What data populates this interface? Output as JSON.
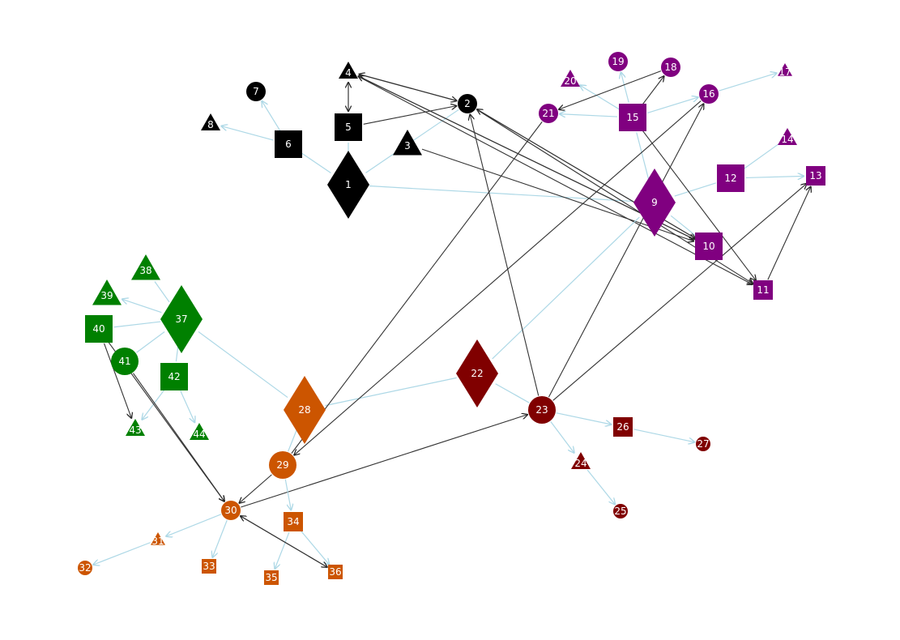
{
  "colors": {
    "black": "#000000",
    "purple": "#800080",
    "green": "#008000",
    "orange": "#cc5500",
    "darkred": "#800000",
    "intra_edge": "#add8e6",
    "inter_edge": "#333333"
  },
  "nodes": [
    {
      "id": "1",
      "shape": "diamond",
      "group": "black"
    },
    {
      "id": "2",
      "shape": "circle",
      "group": "black"
    },
    {
      "id": "3",
      "shape": "triangle",
      "group": "black"
    },
    {
      "id": "4",
      "shape": "triangle",
      "group": "black"
    },
    {
      "id": "5",
      "shape": "square",
      "group": "black"
    },
    {
      "id": "6",
      "shape": "square",
      "group": "black"
    },
    {
      "id": "7",
      "shape": "circle",
      "group": "black"
    },
    {
      "id": "8",
      "shape": "triangle",
      "group": "black"
    },
    {
      "id": "9",
      "shape": "diamond",
      "group": "purple"
    },
    {
      "id": "10",
      "shape": "square",
      "group": "purple"
    },
    {
      "id": "11",
      "shape": "square",
      "group": "purple"
    },
    {
      "id": "12",
      "shape": "square",
      "group": "purple"
    },
    {
      "id": "13",
      "shape": "square",
      "group": "purple"
    },
    {
      "id": "14",
      "shape": "triangle",
      "group": "purple"
    },
    {
      "id": "15",
      "shape": "square",
      "group": "purple"
    },
    {
      "id": "16",
      "shape": "circle",
      "group": "purple"
    },
    {
      "id": "17",
      "shape": "triangle",
      "group": "purple"
    },
    {
      "id": "18",
      "shape": "circle",
      "group": "purple"
    },
    {
      "id": "19",
      "shape": "circle",
      "group": "purple"
    },
    {
      "id": "20",
      "shape": "triangle",
      "group": "purple"
    },
    {
      "id": "21",
      "shape": "circle",
      "group": "purple"
    },
    {
      "id": "22",
      "shape": "diamond",
      "group": "darkred"
    },
    {
      "id": "23",
      "shape": "circle",
      "group": "darkred"
    },
    {
      "id": "24",
      "shape": "triangle",
      "group": "darkred"
    },
    {
      "id": "25",
      "shape": "circle",
      "group": "darkred"
    },
    {
      "id": "26",
      "shape": "square",
      "group": "darkred"
    },
    {
      "id": "27",
      "shape": "circle",
      "group": "darkred"
    },
    {
      "id": "28",
      "shape": "diamond",
      "group": "orange"
    },
    {
      "id": "29",
      "shape": "circle",
      "group": "orange"
    },
    {
      "id": "30",
      "shape": "circle",
      "group": "orange"
    },
    {
      "id": "31",
      "shape": "triangle",
      "group": "orange"
    },
    {
      "id": "32",
      "shape": "circle",
      "group": "orange"
    },
    {
      "id": "33",
      "shape": "square",
      "group": "orange"
    },
    {
      "id": "34",
      "shape": "square",
      "group": "orange"
    },
    {
      "id": "35",
      "shape": "square",
      "group": "orange"
    },
    {
      "id": "36",
      "shape": "square",
      "group": "orange"
    },
    {
      "id": "37",
      "shape": "diamond",
      "group": "green"
    },
    {
      "id": "38",
      "shape": "triangle",
      "group": "green"
    },
    {
      "id": "39",
      "shape": "triangle",
      "group": "green"
    },
    {
      "id": "40",
      "shape": "square",
      "group": "green"
    },
    {
      "id": "41",
      "shape": "circle",
      "group": "green"
    },
    {
      "id": "42",
      "shape": "square",
      "group": "green"
    },
    {
      "id": "43",
      "shape": "triangle",
      "group": "green"
    },
    {
      "id": "44",
      "shape": "triangle",
      "group": "green"
    }
  ],
  "edges": [
    {
      "from": "1",
      "to": "2",
      "kind": "intra",
      "arrow": false
    },
    {
      "from": "1",
      "to": "5",
      "kind": "intra",
      "arrow": false
    },
    {
      "from": "1",
      "to": "6",
      "kind": "intra",
      "arrow": false
    },
    {
      "from": "1",
      "to": "9",
      "kind": "intra",
      "arrow": false
    },
    {
      "from": "6",
      "to": "7",
      "kind": "intra",
      "arrow": true
    },
    {
      "from": "6",
      "to": "8",
      "kind": "intra",
      "arrow": true
    },
    {
      "from": "5",
      "to": "4",
      "kind": "inter",
      "arrow": true
    },
    {
      "from": "4",
      "to": "5",
      "kind": "inter",
      "arrow": true
    },
    {
      "from": "5",
      "to": "2",
      "kind": "inter",
      "arrow": true
    },
    {
      "from": "4",
      "to": "2",
      "kind": "inter",
      "arrow": true
    },
    {
      "from": "2",
      "to": "4",
      "kind": "inter",
      "arrow": true
    },
    {
      "from": "4",
      "to": "10",
      "kind": "inter",
      "arrow": true
    },
    {
      "from": "4",
      "to": "11",
      "kind": "inter",
      "arrow": true
    },
    {
      "from": "10",
      "to": "4",
      "kind": "inter",
      "arrow": true
    },
    {
      "from": "2",
      "to": "10",
      "kind": "inter",
      "arrow": true
    },
    {
      "from": "10",
      "to": "2",
      "kind": "inter",
      "arrow": true
    },
    {
      "from": "2",
      "to": "11",
      "kind": "inter",
      "arrow": true
    },
    {
      "from": "3",
      "to": "10",
      "kind": "inter",
      "arrow": true
    },
    {
      "from": "9",
      "to": "10",
      "kind": "intra",
      "arrow": false
    },
    {
      "from": "9",
      "to": "12",
      "kind": "intra",
      "arrow": false
    },
    {
      "from": "9",
      "to": "15",
      "kind": "intra",
      "arrow": false
    },
    {
      "from": "9",
      "to": "22",
      "kind": "intra",
      "arrow": false
    },
    {
      "from": "12",
      "to": "13",
      "kind": "intra",
      "arrow": true
    },
    {
      "from": "12",
      "to": "14",
      "kind": "intra",
      "arrow": false
    },
    {
      "from": "15",
      "to": "16",
      "kind": "intra",
      "arrow": true
    },
    {
      "from": "15",
      "to": "19",
      "kind": "intra",
      "arrow": true
    },
    {
      "from": "15",
      "to": "20",
      "kind": "intra",
      "arrow": true
    },
    {
      "from": "15",
      "to": "21",
      "kind": "intra",
      "arrow": true
    },
    {
      "from": "15",
      "to": "18",
      "kind": "inter",
      "arrow": true
    },
    {
      "from": "16",
      "to": "17",
      "kind": "intra",
      "arrow": true
    },
    {
      "from": "18",
      "to": "21",
      "kind": "inter",
      "arrow": true
    },
    {
      "from": "15",
      "to": "11",
      "kind": "inter",
      "arrow": true
    },
    {
      "from": "11",
      "to": "13",
      "kind": "inter",
      "arrow": true
    },
    {
      "from": "22",
      "to": "23",
      "kind": "intra",
      "arrow": false
    },
    {
      "from": "22",
      "to": "28",
      "kind": "intra",
      "arrow": false
    },
    {
      "from": "23",
      "to": "24",
      "kind": "intra",
      "arrow": true
    },
    {
      "from": "23",
      "to": "26",
      "kind": "intra",
      "arrow": true
    },
    {
      "from": "24",
      "to": "25",
      "kind": "intra",
      "arrow": true
    },
    {
      "from": "26",
      "to": "27",
      "kind": "intra",
      "arrow": true
    },
    {
      "from": "23",
      "to": "2",
      "kind": "inter",
      "arrow": true
    },
    {
      "from": "23",
      "to": "16",
      "kind": "inter",
      "arrow": true
    },
    {
      "from": "23",
      "to": "13",
      "kind": "inter",
      "arrow": true
    },
    {
      "from": "30",
      "to": "23",
      "kind": "inter",
      "arrow": true
    },
    {
      "from": "28",
      "to": "37",
      "kind": "intra",
      "arrow": false
    },
    {
      "from": "28",
      "to": "29",
      "kind": "intra",
      "arrow": false
    },
    {
      "from": "29",
      "to": "34",
      "kind": "intra",
      "arrow": true
    },
    {
      "from": "29",
      "to": "30",
      "kind": "inter",
      "arrow": true
    },
    {
      "from": "29",
      "to": "21",
      "kind": "inter",
      "arrow": false
    },
    {
      "from": "16",
      "to": "29",
      "kind": "inter",
      "arrow": true
    },
    {
      "from": "30",
      "to": "31",
      "kind": "intra",
      "arrow": true
    },
    {
      "from": "30",
      "to": "33",
      "kind": "intra",
      "arrow": true
    },
    {
      "from": "31",
      "to": "32",
      "kind": "intra",
      "arrow": true
    },
    {
      "from": "34",
      "to": "35",
      "kind": "intra",
      "arrow": true
    },
    {
      "from": "34",
      "to": "36",
      "kind": "intra",
      "arrow": true
    },
    {
      "from": "30",
      "to": "36",
      "kind": "inter",
      "arrow": true
    },
    {
      "from": "36",
      "to": "30",
      "kind": "inter",
      "arrow": true
    },
    {
      "from": "37",
      "to": "38",
      "kind": "intra",
      "arrow": false
    },
    {
      "from": "37",
      "to": "39",
      "kind": "intra",
      "arrow": true
    },
    {
      "from": "37",
      "to": "40",
      "kind": "intra",
      "arrow": false
    },
    {
      "from": "37",
      "to": "41",
      "kind": "intra",
      "arrow": false
    },
    {
      "from": "37",
      "to": "42",
      "kind": "intra",
      "arrow": false
    },
    {
      "from": "42",
      "to": "43",
      "kind": "intra",
      "arrow": true
    },
    {
      "from": "42",
      "to": "44",
      "kind": "intra",
      "arrow": true
    },
    {
      "from": "40",
      "to": "43",
      "kind": "inter",
      "arrow": true
    },
    {
      "from": "40",
      "to": "30",
      "kind": "inter",
      "arrow": true
    },
    {
      "from": "41",
      "to": "30",
      "kind": "inter",
      "arrow": true
    }
  ]
}
